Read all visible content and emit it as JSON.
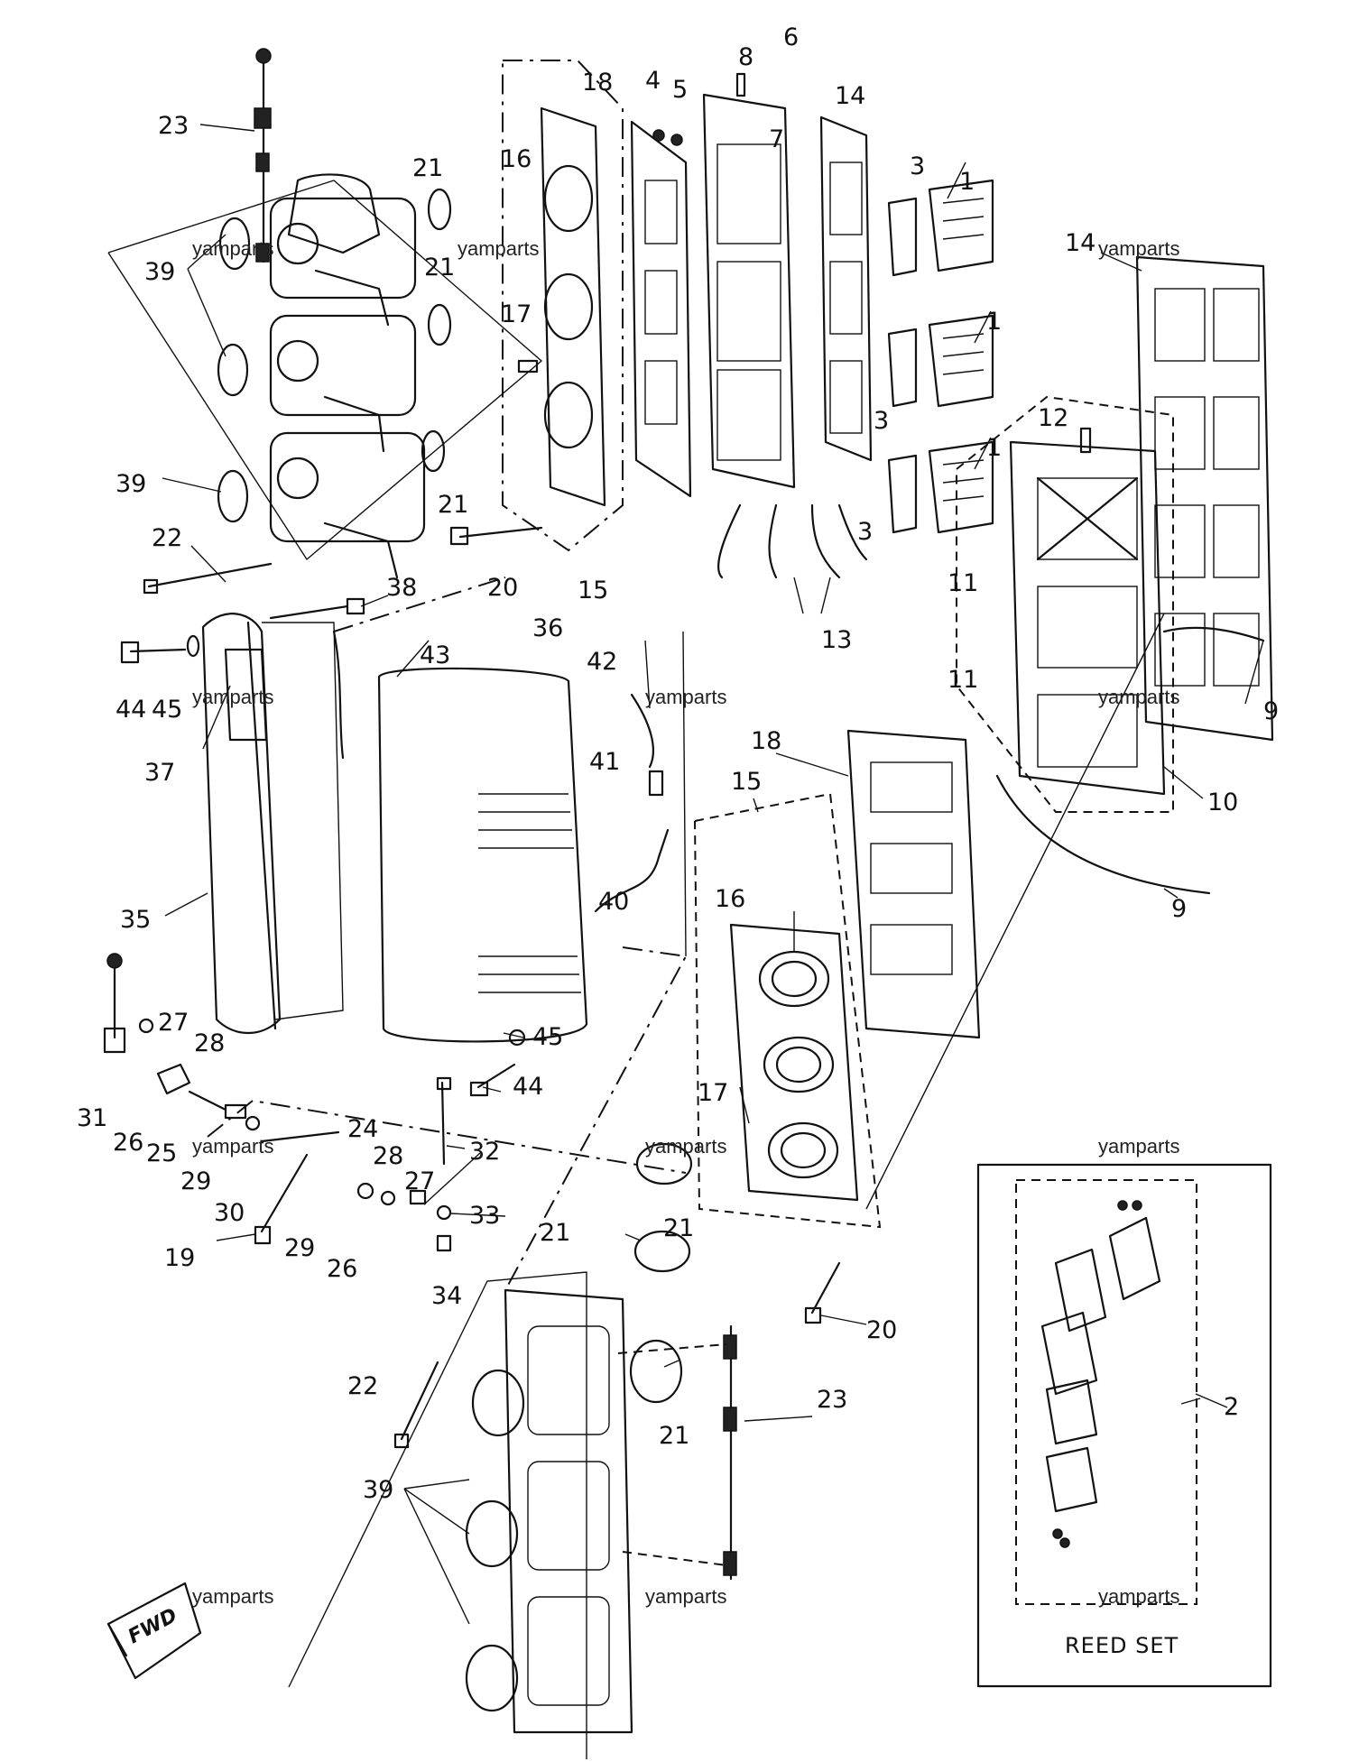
{
  "callouts": [
    {
      "id": "c23a",
      "text": "23"
    },
    {
      "id": "c21a",
      "text": "21"
    },
    {
      "id": "c39a",
      "text": "39"
    },
    {
      "id": "c21b",
      "text": "21"
    },
    {
      "id": "c39b",
      "text": "39"
    },
    {
      "id": "c21c",
      "text": "21"
    },
    {
      "id": "c22a",
      "text": "22"
    },
    {
      "id": "c38",
      "text": "38"
    },
    {
      "id": "c16a",
      "text": "16"
    },
    {
      "id": "c18a",
      "text": "18"
    },
    {
      "id": "c17a",
      "text": "17"
    },
    {
      "id": "c20a",
      "text": "20"
    },
    {
      "id": "c15a",
      "text": "15"
    },
    {
      "id": "c4",
      "text": "4"
    },
    {
      "id": "c5",
      "text": "5"
    },
    {
      "id": "c8",
      "text": "8"
    },
    {
      "id": "c6",
      "text": "6"
    },
    {
      "id": "c7",
      "text": "7"
    },
    {
      "id": "c14a",
      "text": "14"
    },
    {
      "id": "c3a",
      "text": "3"
    },
    {
      "id": "c1a",
      "text": "1"
    },
    {
      "id": "c1b",
      "text": "1"
    },
    {
      "id": "c3b",
      "text": "3"
    },
    {
      "id": "c1c",
      "text": "1"
    },
    {
      "id": "c3c",
      "text": "3"
    },
    {
      "id": "c14b",
      "text": "14"
    },
    {
      "id": "c12",
      "text": "12"
    },
    {
      "id": "c11a",
      "text": "11"
    },
    {
      "id": "c11b",
      "text": "11"
    },
    {
      "id": "c13",
      "text": "13"
    },
    {
      "id": "c9a",
      "text": "9"
    },
    {
      "id": "c10",
      "text": "10"
    },
    {
      "id": "c9b",
      "text": "9"
    },
    {
      "id": "c43",
      "text": "43"
    },
    {
      "id": "c36",
      "text": "36"
    },
    {
      "id": "c42",
      "text": "42"
    },
    {
      "id": "c41",
      "text": "41"
    },
    {
      "id": "c40",
      "text": "40"
    },
    {
      "id": "c44a",
      "text": "44"
    },
    {
      "id": "c45a",
      "text": "45"
    },
    {
      "id": "c37",
      "text": "37"
    },
    {
      "id": "c35",
      "text": "35"
    },
    {
      "id": "c18b",
      "text": "18"
    },
    {
      "id": "c15b",
      "text": "15"
    },
    {
      "id": "c16b",
      "text": "16"
    },
    {
      "id": "c17b",
      "text": "17"
    },
    {
      "id": "c27a",
      "text": "27"
    },
    {
      "id": "c28a",
      "text": "28"
    },
    {
      "id": "c31",
      "text": "31"
    },
    {
      "id": "c26a",
      "text": "26"
    },
    {
      "id": "c25",
      "text": "25"
    },
    {
      "id": "c29a",
      "text": "29"
    },
    {
      "id": "c24",
      "text": "24"
    },
    {
      "id": "c30",
      "text": "30"
    },
    {
      "id": "c19",
      "text": "19"
    },
    {
      "id": "c29b",
      "text": "29"
    },
    {
      "id": "c26b",
      "text": "26"
    },
    {
      "id": "c28b",
      "text": "28"
    },
    {
      "id": "c27b",
      "text": "27"
    },
    {
      "id": "c32",
      "text": "32"
    },
    {
      "id": "c33",
      "text": "33"
    },
    {
      "id": "c34",
      "text": "34"
    },
    {
      "id": "c45b",
      "text": "45"
    },
    {
      "id": "c44b",
      "text": "44"
    },
    {
      "id": "c21d",
      "text": "21"
    },
    {
      "id": "c21e",
      "text": "21"
    },
    {
      "id": "c21f",
      "text": "21"
    },
    {
      "id": "c20b",
      "text": "20"
    },
    {
      "id": "c22b",
      "text": "22"
    },
    {
      "id": "c23b",
      "text": "23"
    },
    {
      "id": "c39c",
      "text": "39"
    },
    {
      "id": "c2",
      "text": "2"
    }
  ],
  "watermark": "yamparts",
  "reed_set_label": "REED SET",
  "fwd_label": "FWD"
}
